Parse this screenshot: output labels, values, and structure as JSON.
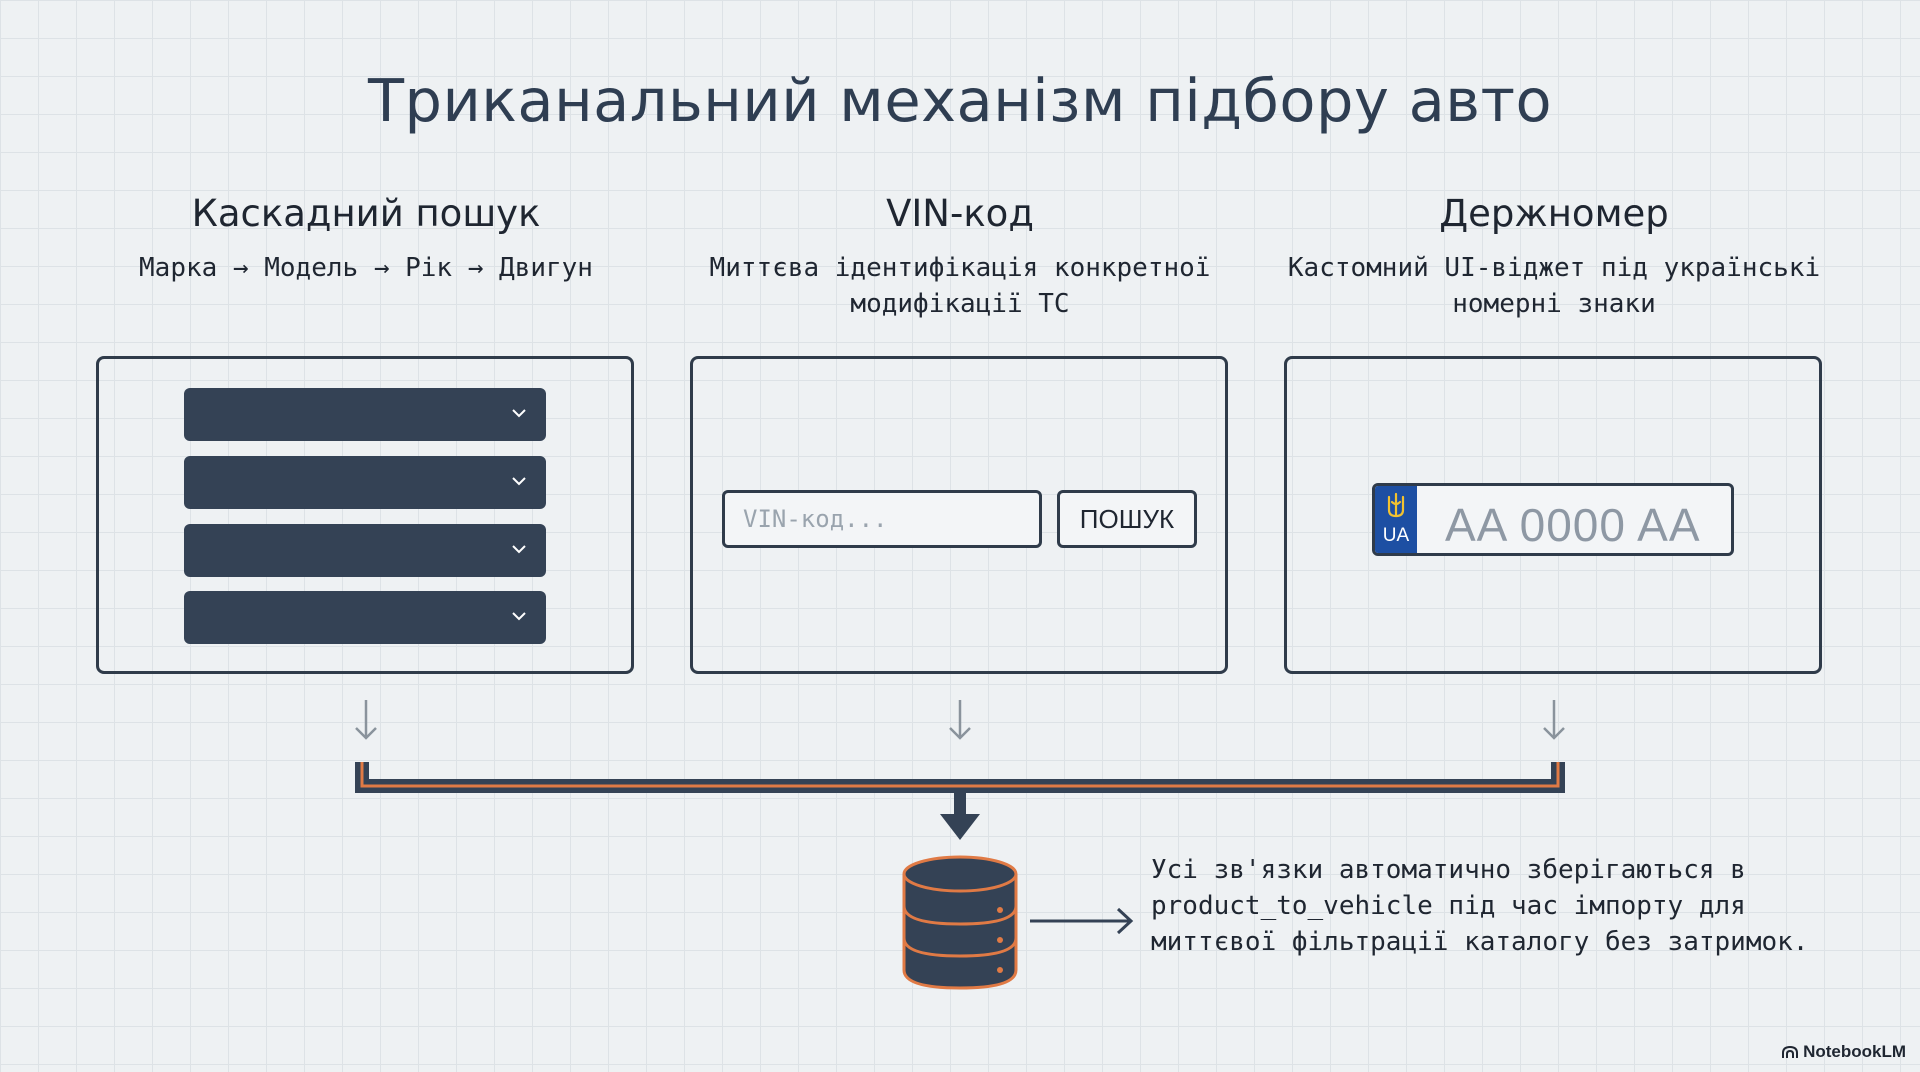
{
  "title": "Триканальний механізм підбору авто",
  "columns": [
    {
      "heading": "Каскадний пошук",
      "subtitle": "Марка → Модель → Рік → Двигун"
    },
    {
      "heading": "VIN-код",
      "subtitle": "Миттєва ідентифікація конкретної модифікації ТС"
    },
    {
      "heading": "Держномер",
      "subtitle": "Кастомний UI-віджет під українські номерні знаки"
    }
  ],
  "cascade": {
    "dropdown_count": 4,
    "icon": "chevron-down-icon"
  },
  "vin": {
    "placeholder": "VIN-код...",
    "button_label": "ПОШУК"
  },
  "plate": {
    "country_code": "UA",
    "number": "AA 0000 AA",
    "emblem_icon": "trident-icon",
    "flag_color": "#1d4fa3"
  },
  "footnote": "Усі зв'язки автоматично зберігаються в product_to_vehicle під час імпорту для миттєвої фільтрації каталогу без затримок.",
  "brand": "NotebookLM",
  "colors": {
    "dark": "#344255",
    "accent": "#e07a45",
    "background": "#eef1f3"
  },
  "icons": {
    "database": "database-icon",
    "arrow": "arrow-down-icon"
  }
}
